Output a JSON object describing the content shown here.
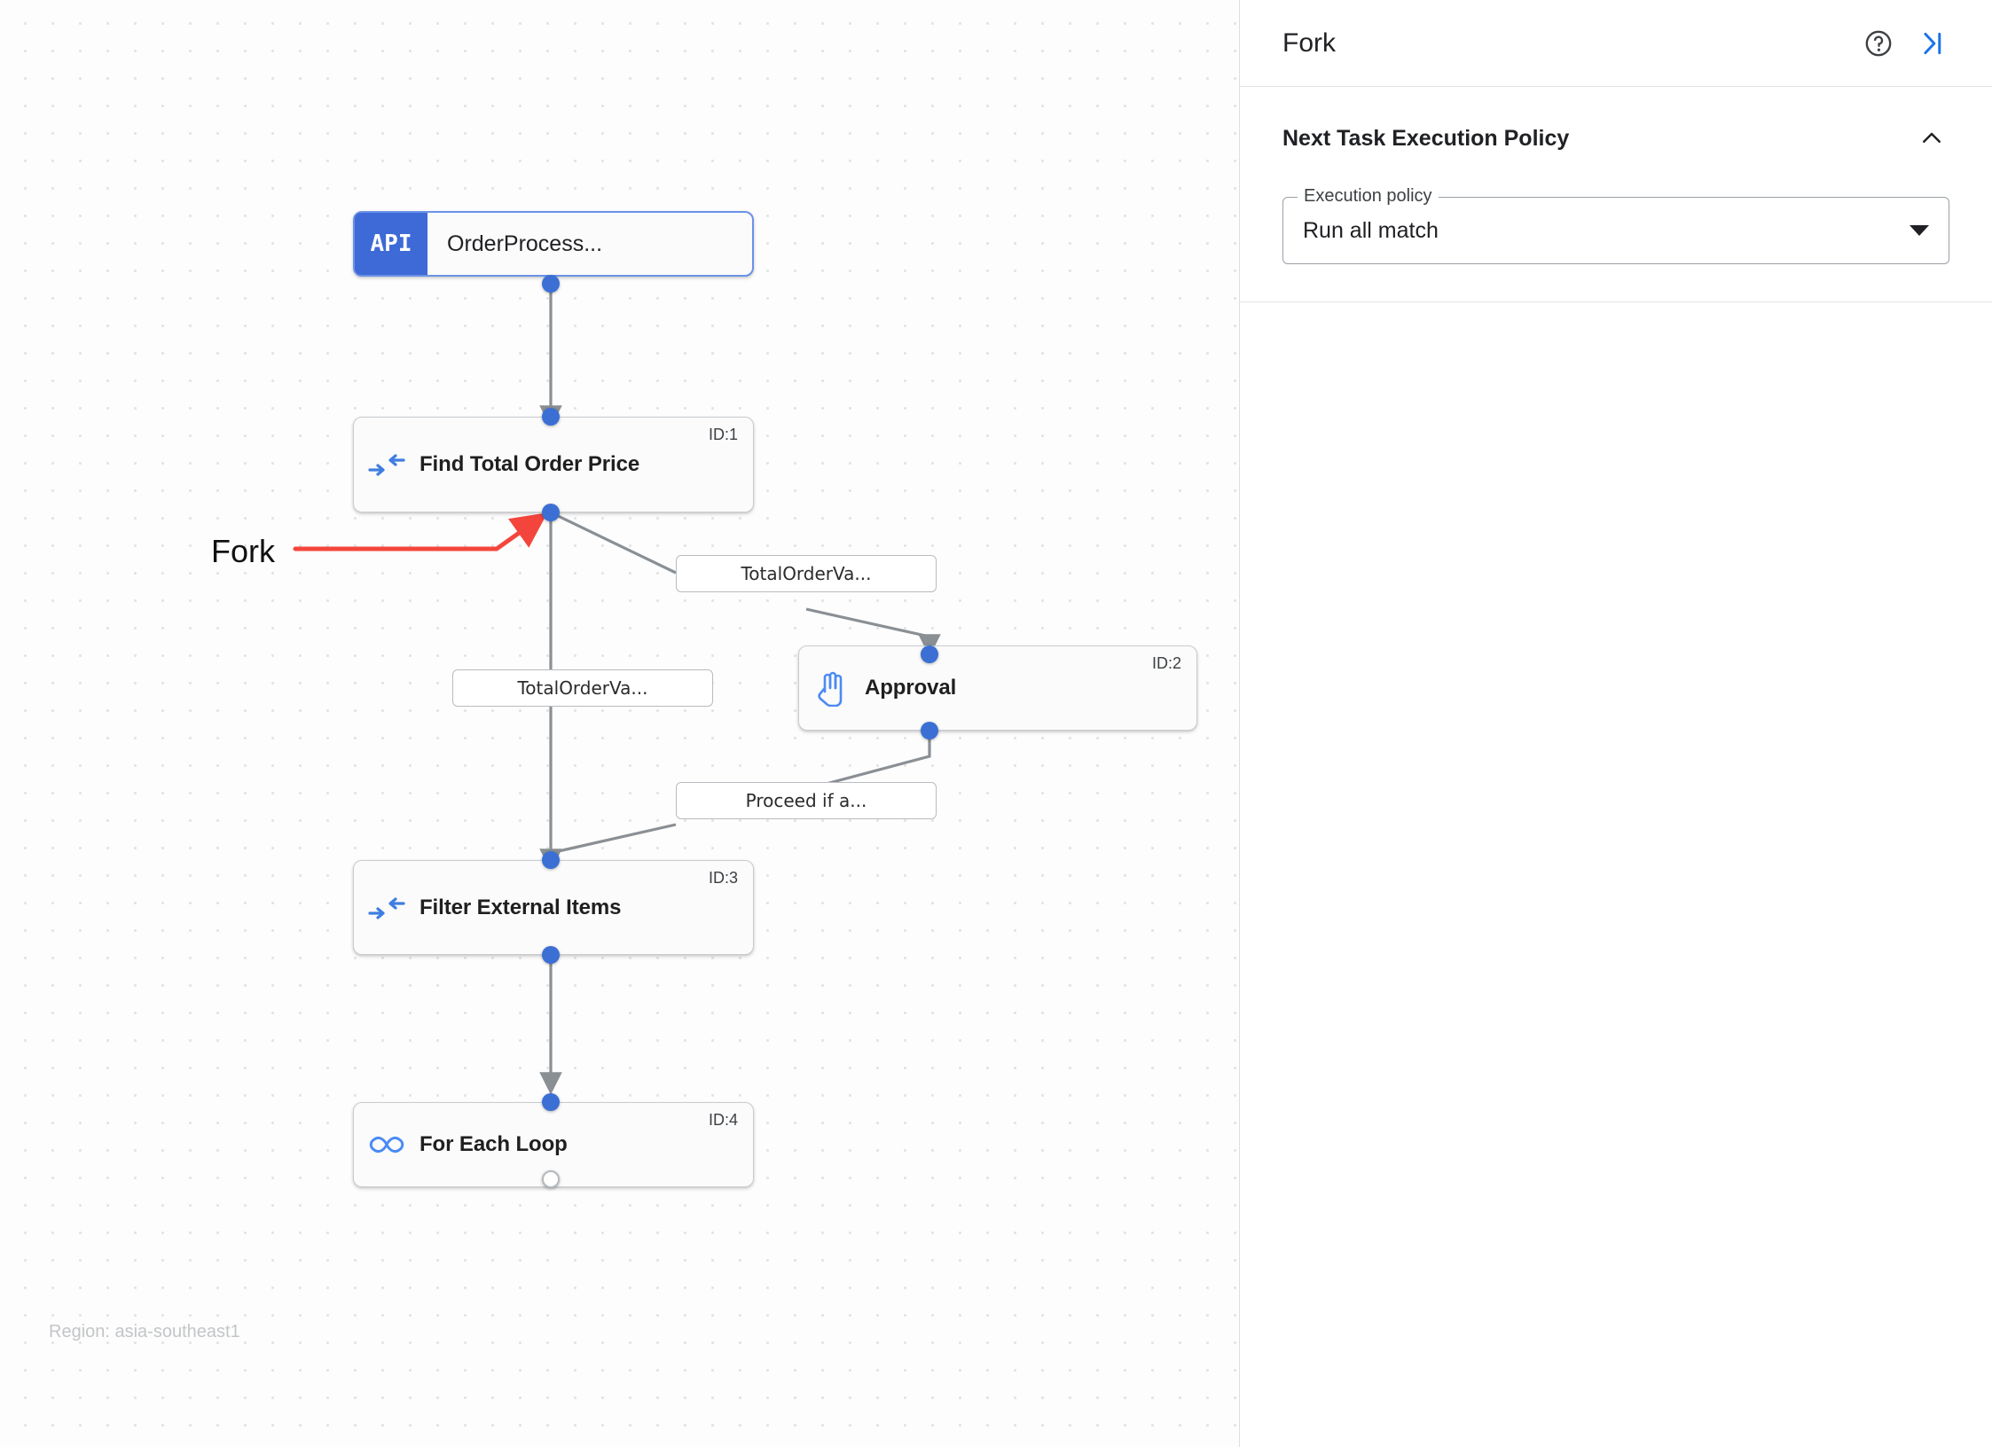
{
  "canvas": {
    "region_text": "Region: asia-southeast1",
    "annotation": {
      "label": "Fork",
      "color": "#f4453c"
    },
    "nodes": [
      {
        "id": "start",
        "title": "OrderProcess...",
        "badge": "API",
        "icon": "api-badge-icon",
        "id_label": ""
      },
      {
        "id": "task1",
        "title": "Find Total Order Price",
        "id_label": "ID:1",
        "icon": "merge-arrows-icon"
      },
      {
        "id": "task2",
        "title": "Approval",
        "id_label": "ID:2",
        "icon": "hand-icon"
      },
      {
        "id": "task3",
        "title": "Filter External Items",
        "id_label": "ID:3",
        "icon": "merge-arrows-icon"
      },
      {
        "id": "task4",
        "title": "For Each Loop",
        "id_label": "ID:4",
        "icon": "infinity-icon"
      }
    ],
    "edge_labels": [
      {
        "id": "edge-label-1",
        "text": "TotalOrderVa..."
      },
      {
        "id": "edge-label-2",
        "text": "TotalOrderVa..."
      },
      {
        "id": "edge-label-3",
        "text": "Proceed if a..."
      }
    ]
  },
  "panel": {
    "title": "Fork",
    "help_icon": "help-circle-icon",
    "collapse_icon": "collapse-panel-icon",
    "section": {
      "title": "Next Task Execution Policy",
      "collapse_icon": "chevron-up-icon",
      "field": {
        "label": "Execution policy",
        "value": "Run all match",
        "caret_icon": "caret-down-icon"
      }
    }
  },
  "colors": {
    "accent_blue": "#3b6fd4",
    "api_badge": "#3d6ad6",
    "annotation_red": "#f4453c",
    "edge_gray": "#8a8f94",
    "link_blue": "#1a73e8"
  }
}
